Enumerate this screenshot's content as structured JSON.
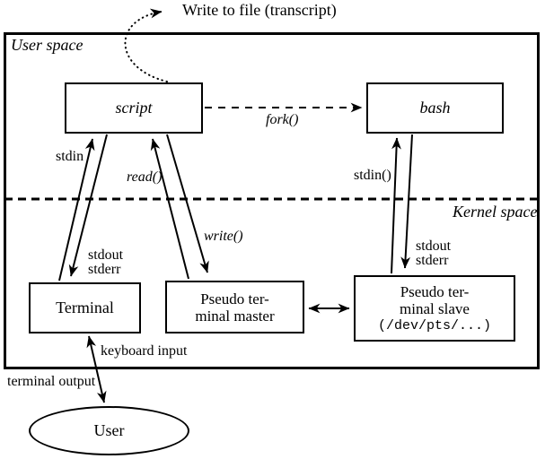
{
  "diagram": {
    "regions": {
      "user_space": "User space",
      "kernel_space": "Kernel space"
    },
    "nodes": {
      "script": {
        "label": "script"
      },
      "bash": {
        "label": "bash"
      },
      "terminal": {
        "label": "Terminal"
      },
      "pty_master": {
        "line1": "Pseudo ter-",
        "line2": "minal master"
      },
      "pty_slave": {
        "line1": "Pseudo ter-",
        "line2": "minal slave",
        "line3": "(/dev/pts/...)"
      },
      "user": {
        "label": "User"
      }
    },
    "edge_labels": {
      "write_to_file": "Write to file (transcript)",
      "fork": "fork()",
      "stdin": "stdin",
      "read": "read()",
      "write": "write()",
      "stdout_left": "stdout",
      "stderr_left": "stderr",
      "stdin_bash": "stdin()",
      "stdout_right": "stdout",
      "stderr_right": "stderr",
      "keyboard_input": "keyboard input",
      "terminal_output": "terminal output"
    },
    "edges": [
      {
        "from": "script",
        "to": "transcript file",
        "label_key": "write_to_file",
        "style": "dotted-curve",
        "direction": "one-way"
      },
      {
        "from": "script",
        "to": "bash",
        "label_key": "fork",
        "style": "dashed",
        "direction": "one-way"
      },
      {
        "from": "terminal",
        "to": "script",
        "label_key": "stdin",
        "style": "solid",
        "direction": "one-way"
      },
      {
        "from": "script",
        "to": "terminal",
        "label_key": "stdout_left",
        "style": "solid",
        "direction": "one-way"
      },
      {
        "from": "pty_master",
        "to": "script",
        "label_key": "read",
        "style": "solid",
        "direction": "one-way"
      },
      {
        "from": "script",
        "to": "pty_master",
        "label_key": "write",
        "style": "solid",
        "direction": "one-way"
      },
      {
        "from": "pty_slave",
        "to": "bash",
        "label_key": "stdin_bash",
        "style": "solid",
        "direction": "one-way"
      },
      {
        "from": "bash",
        "to": "pty_slave",
        "label_key": "stdout_right",
        "style": "solid",
        "direction": "one-way"
      },
      {
        "from": "pty_master",
        "to": "pty_slave",
        "style": "solid",
        "direction": "two-way"
      },
      {
        "from": "user",
        "to": "terminal",
        "label_key": "keyboard_input",
        "style": "solid",
        "direction": "two-way"
      }
    ],
    "colors": {
      "ink": "#000000",
      "background": "#ffffff"
    }
  }
}
